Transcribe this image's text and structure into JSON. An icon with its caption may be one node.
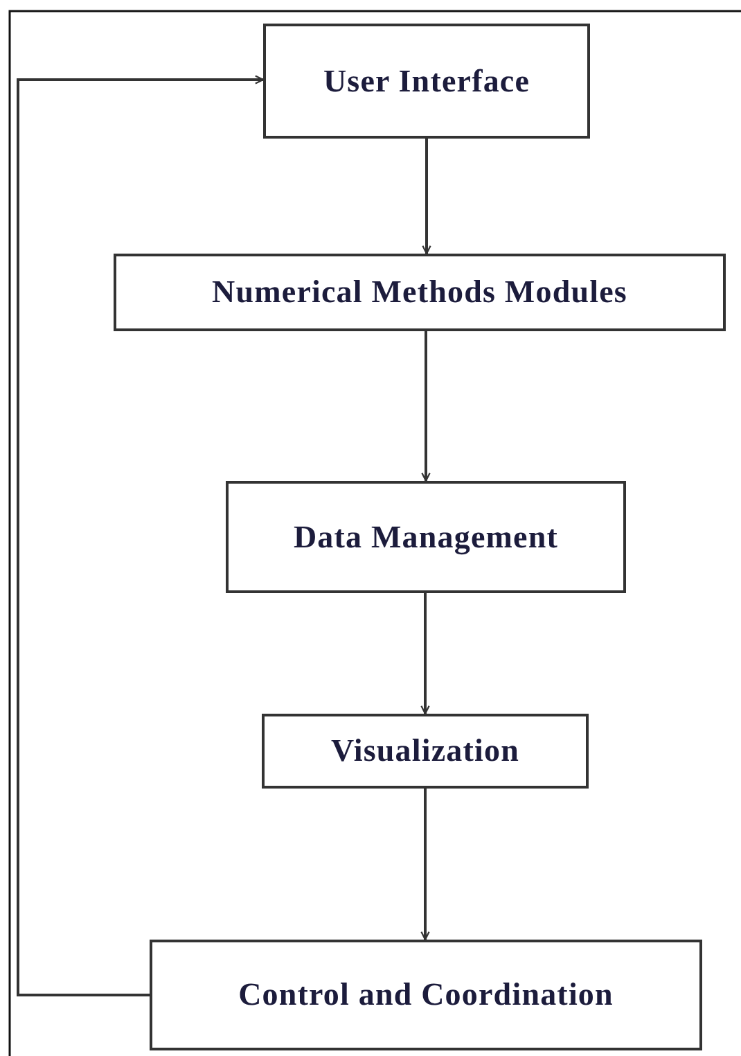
{
  "diagram": {
    "nodes": [
      {
        "text": [
          "User Interface"
        ]
      },
      {
        "text": [
          "Numerical Methods Modules"
        ]
      },
      {
        "text": [
          "Data Management"
        ]
      },
      {
        "text": [
          "Visualization"
        ]
      },
      {
        "text": [
          "Control and Coordination"
        ]
      }
    ],
    "edges": [
      {
        "from": 0,
        "to": 1,
        "arrow": "to"
      },
      {
        "from": 1,
        "to": 2,
        "arrow": "to"
      },
      {
        "from": 2,
        "to": 3,
        "arrow": "to"
      },
      {
        "from": 3,
        "to": 4,
        "arrow": "to"
      },
      {
        "from": 4,
        "to": 0,
        "arrow": "to"
      }
    ]
  }
}
